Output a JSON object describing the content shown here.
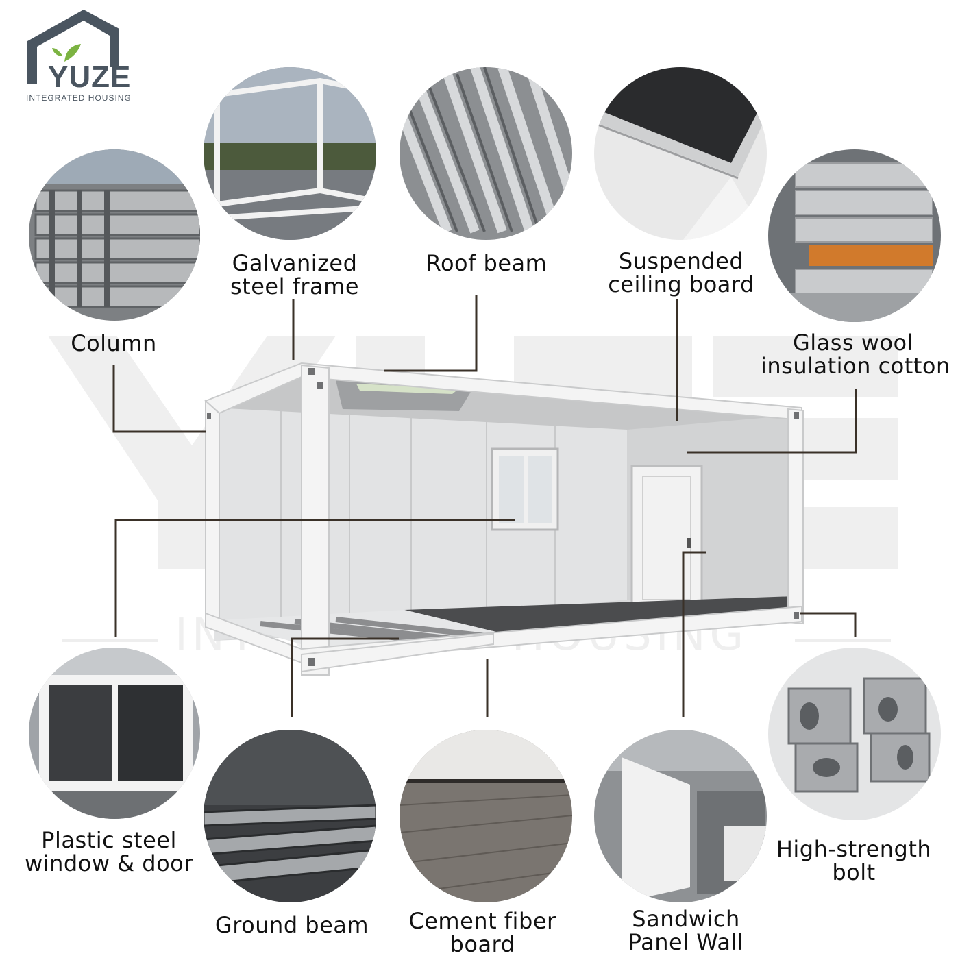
{
  "brand": {
    "logo_letters": "YUZE",
    "subtitle": "INTEGRATED HOUSING",
    "watermark_main": "YUZE",
    "watermark_sub": "INTEGRATED HOUSING",
    "colors": {
      "logo_gray": "#4a5560",
      "leaf_green": "#7cb342",
      "leader_line": "#3a3128"
    }
  },
  "components": {
    "column": {
      "line1": "Column",
      "icon": "steel-columns-photo"
    },
    "galvanized_frame": {
      "line1": "Galvanized",
      "line2": "steel frame",
      "icon": "steel-frame-photo"
    },
    "roof_beam": {
      "line1": "Roof beam",
      "icon": "roof-beam-photo"
    },
    "ceiling_board": {
      "line1": "Suspended",
      "line2": "ceiling board",
      "icon": "ceiling-board-photo"
    },
    "glass_wool": {
      "line1": "Glass wool",
      "line2": "insulation cotton",
      "icon": "glass-wool-photo"
    },
    "window_door": {
      "line1": "Plastic steel",
      "line2": "window & door",
      "icon": "window-door-photo"
    },
    "ground_beam": {
      "line1": "Ground beam",
      "icon": "ground-beam-photo"
    },
    "cement_board": {
      "line1": "Cement fiber",
      "line2": "board",
      "icon": "cement-floor-photo"
    },
    "sandwich_panel": {
      "line1": "Sandwich",
      "line2": "Panel Wall",
      "icon": "sandwich-panel-photo"
    },
    "bolt": {
      "line1": "High-strength",
      "line2": "bolt",
      "icon": "corner-fitting-photo"
    }
  }
}
